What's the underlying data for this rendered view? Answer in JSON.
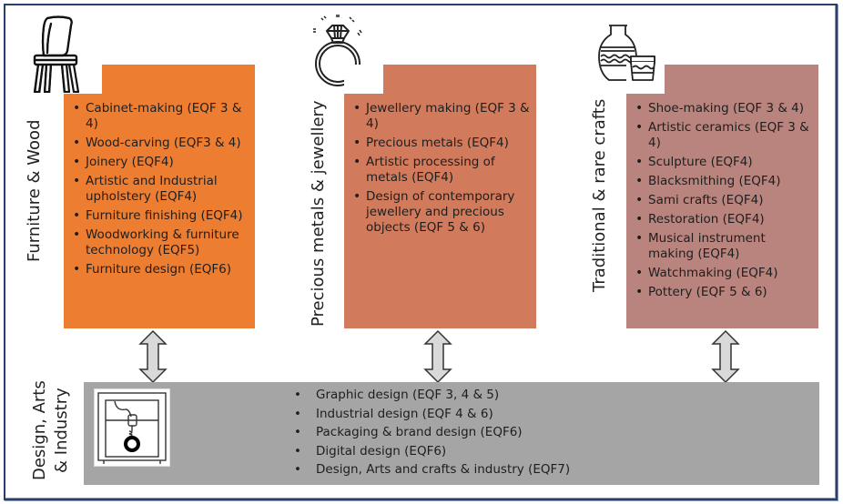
{
  "diagram": {
    "columns": [
      {
        "id": "furniture",
        "label": "Furniture & Wood",
        "icon": "chair-icon",
        "color": "#ed7d31",
        "items": [
          "Cabinet-making (EQF 3 & 4)",
          "Wood-carving (EQF3 & 4)",
          "Joinery (EQF4)",
          "Artistic and Industrial upholstery (EQF4)",
          "Furniture finishing (EQF4)",
          "Woodworking & furniture technology (EQF5)",
          "Furniture design (EQF6)"
        ]
      },
      {
        "id": "jewellery",
        "label": "Precious metals & jewellery",
        "icon": "diamond-ring-icon",
        "color": "#d27a5c",
        "items": [
          "Jewellery making (EQF 3 & 4)",
          "Precious metals (EQF4)",
          "Artistic processing of metals (EQF4)",
          "Design of contemporary jewellery and precious objects (EQF 5 & 6)"
        ]
      },
      {
        "id": "traditional",
        "label": "Traditional & rare crafts",
        "icon": "pottery-vase-icon",
        "color": "#b9847e",
        "items": [
          "Shoe-making (EQF 3 & 4)",
          "Artistic ceramics (EQF 3 & 4)",
          "Sculpture (EQF4)",
          "Blacksmithing (EQF4)",
          "Sami crafts (EQF4)",
          "Restoration (EQF4)",
          "Musical instrument making (EQF4)",
          "Watchmaking (EQF4)",
          "Pottery  (EQF 5 & 6)"
        ]
      }
    ],
    "bottom": {
      "label_line1": "Design, Arts",
      "label_line2": "& Industry",
      "icon": "3d-printer-icon",
      "color": "#a5a5a5",
      "items": [
        "Graphic design (EQF 3, 4 & 5)",
        "Industrial design (EQF 4 & 6)",
        "Packaging & brand design (EQF6)",
        "Digital design (EQF6)",
        "Design, Arts and crafts & industry (EQF7)"
      ]
    },
    "connector": "double-arrow-icon"
  }
}
